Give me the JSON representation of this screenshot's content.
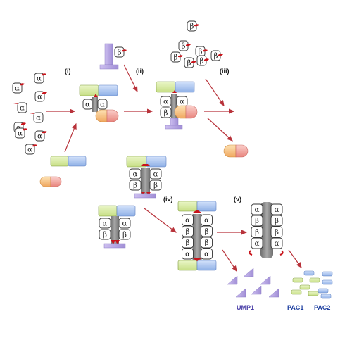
{
  "subunits": {
    "alpha": "α",
    "beta": "β"
  },
  "steps": [
    "(i)",
    "(ii)",
    "(iii)",
    "(iv)",
    "(v)"
  ],
  "chaperones": {
    "ump1": "UMP1",
    "pac1": "PAC1",
    "pac2": "PAC2"
  },
  "colors": {
    "arrow": "#b8323a",
    "propeptide": "#c8141b",
    "pac_green": "#d7eaa0",
    "pac_blue": "#a9c4ee",
    "pac34_orange": "#f5c38a",
    "pac34_pink": "#f2a7a2",
    "ump1_purple": "#b8a7df",
    "core_gray": "#8a8a8a"
  }
}
